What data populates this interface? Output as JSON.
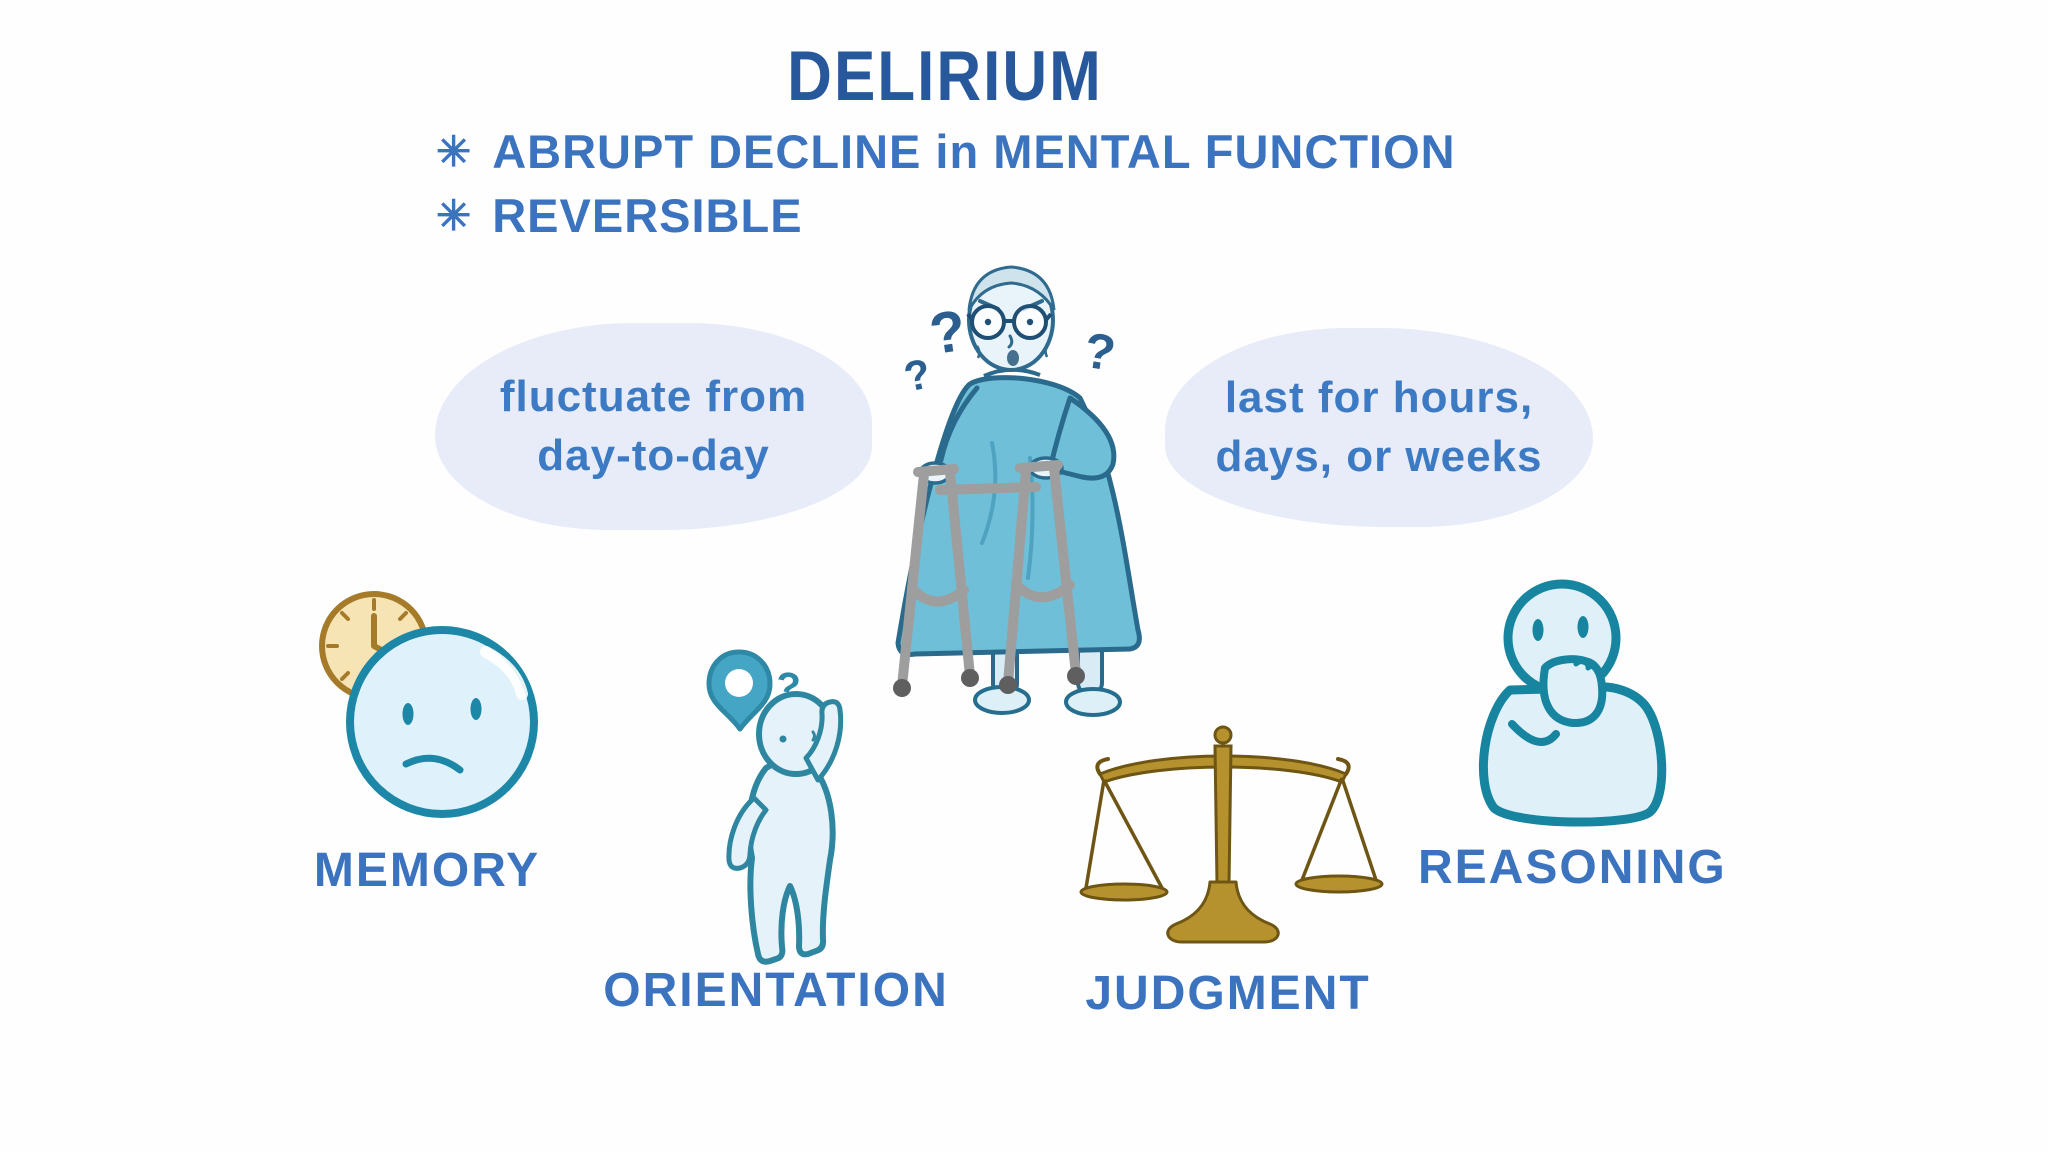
{
  "title": "DELIRIUM",
  "bullets": [
    {
      "marker": "✳",
      "text": "ABRUPT DECLINE in MENTAL FUNCTION"
    },
    {
      "marker": "✳",
      "text": "REVERSIBLE"
    }
  ],
  "speech_bubbles": {
    "left": {
      "line1": "fluctuate from",
      "line2": "day-to-day"
    },
    "right": {
      "line1": "last for hours,",
      "line2": "days, or weeks"
    }
  },
  "patient": {
    "description": "confused elderly patient in hospital gown leaning on a walker",
    "question_left": "?",
    "question_left_small": "?",
    "question_right": "?"
  },
  "features": [
    {
      "id": "memory",
      "label": "MEMORY",
      "icon": "sad-face-with-clock-icon"
    },
    {
      "id": "orientation",
      "label": "ORIENTATION",
      "icon": "lost-person-location-pin-icon",
      "question": "?"
    },
    {
      "id": "judgment",
      "label": "JUDGMENT",
      "icon": "balance-scale-icon"
    },
    {
      "id": "reasoning",
      "label": "REASONING",
      "icon": "thinking-person-icon"
    }
  ],
  "colors": {
    "title_blue": "#27589b",
    "accent_blue": "#3b73bf",
    "bubble_bg": "#e7ecf8",
    "bubble_text": "#3d7ac4",
    "question_blue": "#2c5f8f",
    "teal_outline": "#1e87a5",
    "light_fill": "#dff1fa",
    "gown_blue": "#6fbfd8",
    "gown_outline": "#2a6a8c",
    "walker_gray": "#9e9e9e",
    "walker_tip": "#5f5f5f",
    "clock_face": "#f6e4b5",
    "clock_rim": "#a57b2a",
    "scale_gold": "#b6922f",
    "scale_gold_dark": "#6e5513"
  }
}
